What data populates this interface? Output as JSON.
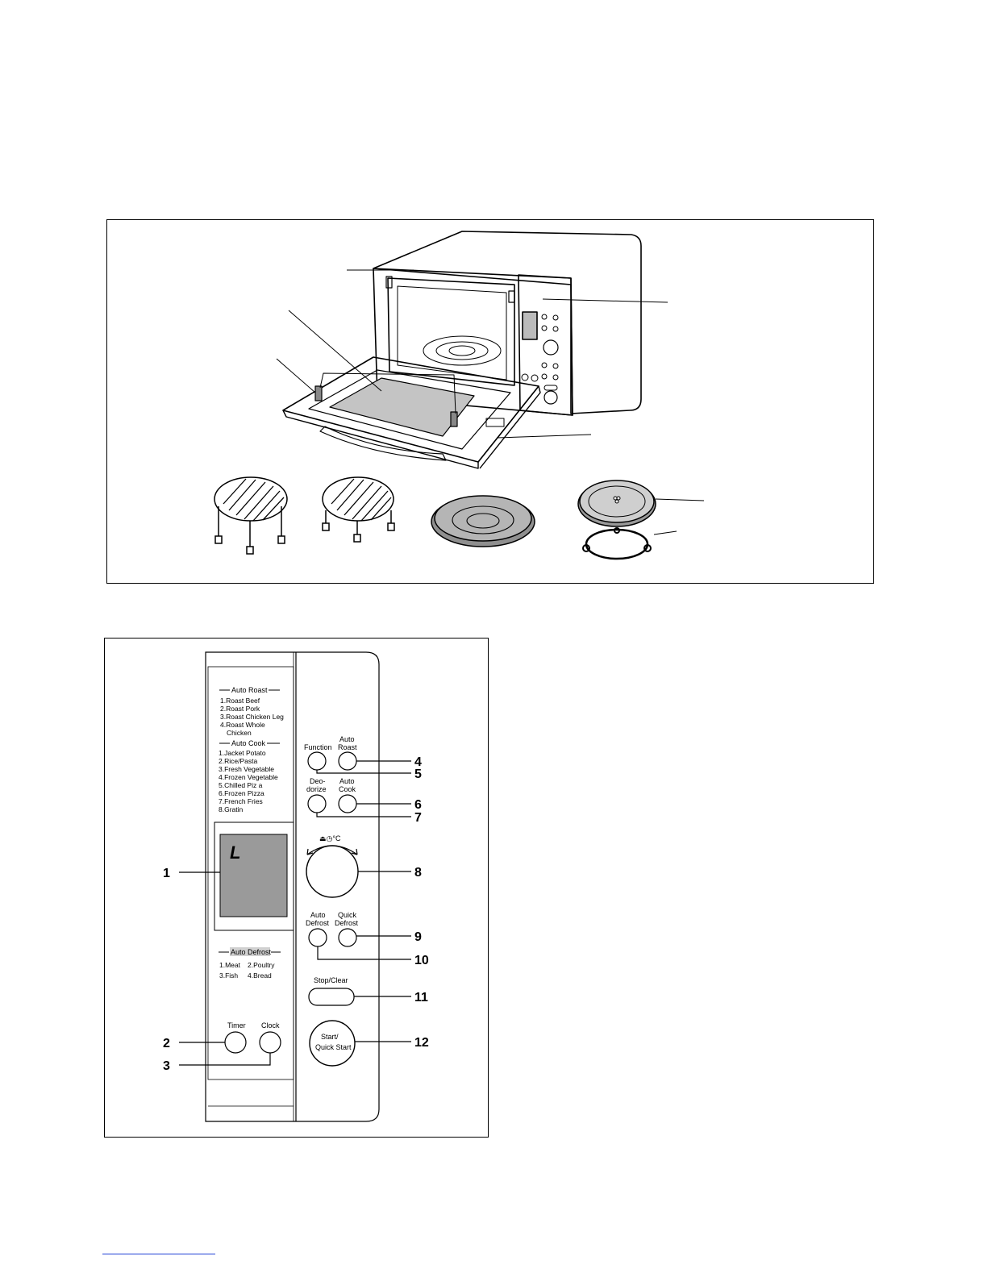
{
  "control_panel": {
    "auto_roast": {
      "heading": "Auto Roast",
      "items": [
        "1.Roast Beef",
        "2.Roast Pork",
        "3.Roast Chicken Leg",
        "4.Roast Whole",
        "Chicken"
      ]
    },
    "auto_cook": {
      "heading": "Auto Cook",
      "items": [
        "1.Jacket Potato",
        "2.Rice/Pasta",
        "3.Fresh Vegetable",
        "4.Frozen Vegetable",
        "5.Chilled Piz a",
        "6.Frozen Pizza",
        "7.French Fries",
        "8.Gratin"
      ]
    },
    "display": {
      "text": "L",
      "color": "#9a9a9a"
    },
    "auto_defrost": {
      "heading": "Auto Defrost",
      "items": [
        "1.Meat",
        "2.Poultry",
        "3.Fish",
        "4.Bread"
      ]
    },
    "buttons": {
      "function": "Function",
      "auto_roast_l1": "Auto",
      "auto_roast_l2": "Roast",
      "deodorize_l1": "Deo-",
      "deodorize_l2": "dorize",
      "auto_cook_l1": "Auto",
      "auto_cook_l2": "Cook",
      "dial_icons": "⏏◷°C",
      "auto_defrost_l1": "Auto",
      "auto_defrost_l2": "Defrost",
      "quick_defrost_l1": "Quick",
      "quick_defrost_l2": "Defrost",
      "stop_clear": "Stop/Clear",
      "start_l1": "Start/",
      "start_l2": "Quick Start",
      "timer": "Timer",
      "clock": "Clock"
    },
    "callouts": [
      "1",
      "2",
      "3",
      "4",
      "5",
      "6",
      "7",
      "8",
      "9",
      "10",
      "11",
      "12"
    ]
  }
}
